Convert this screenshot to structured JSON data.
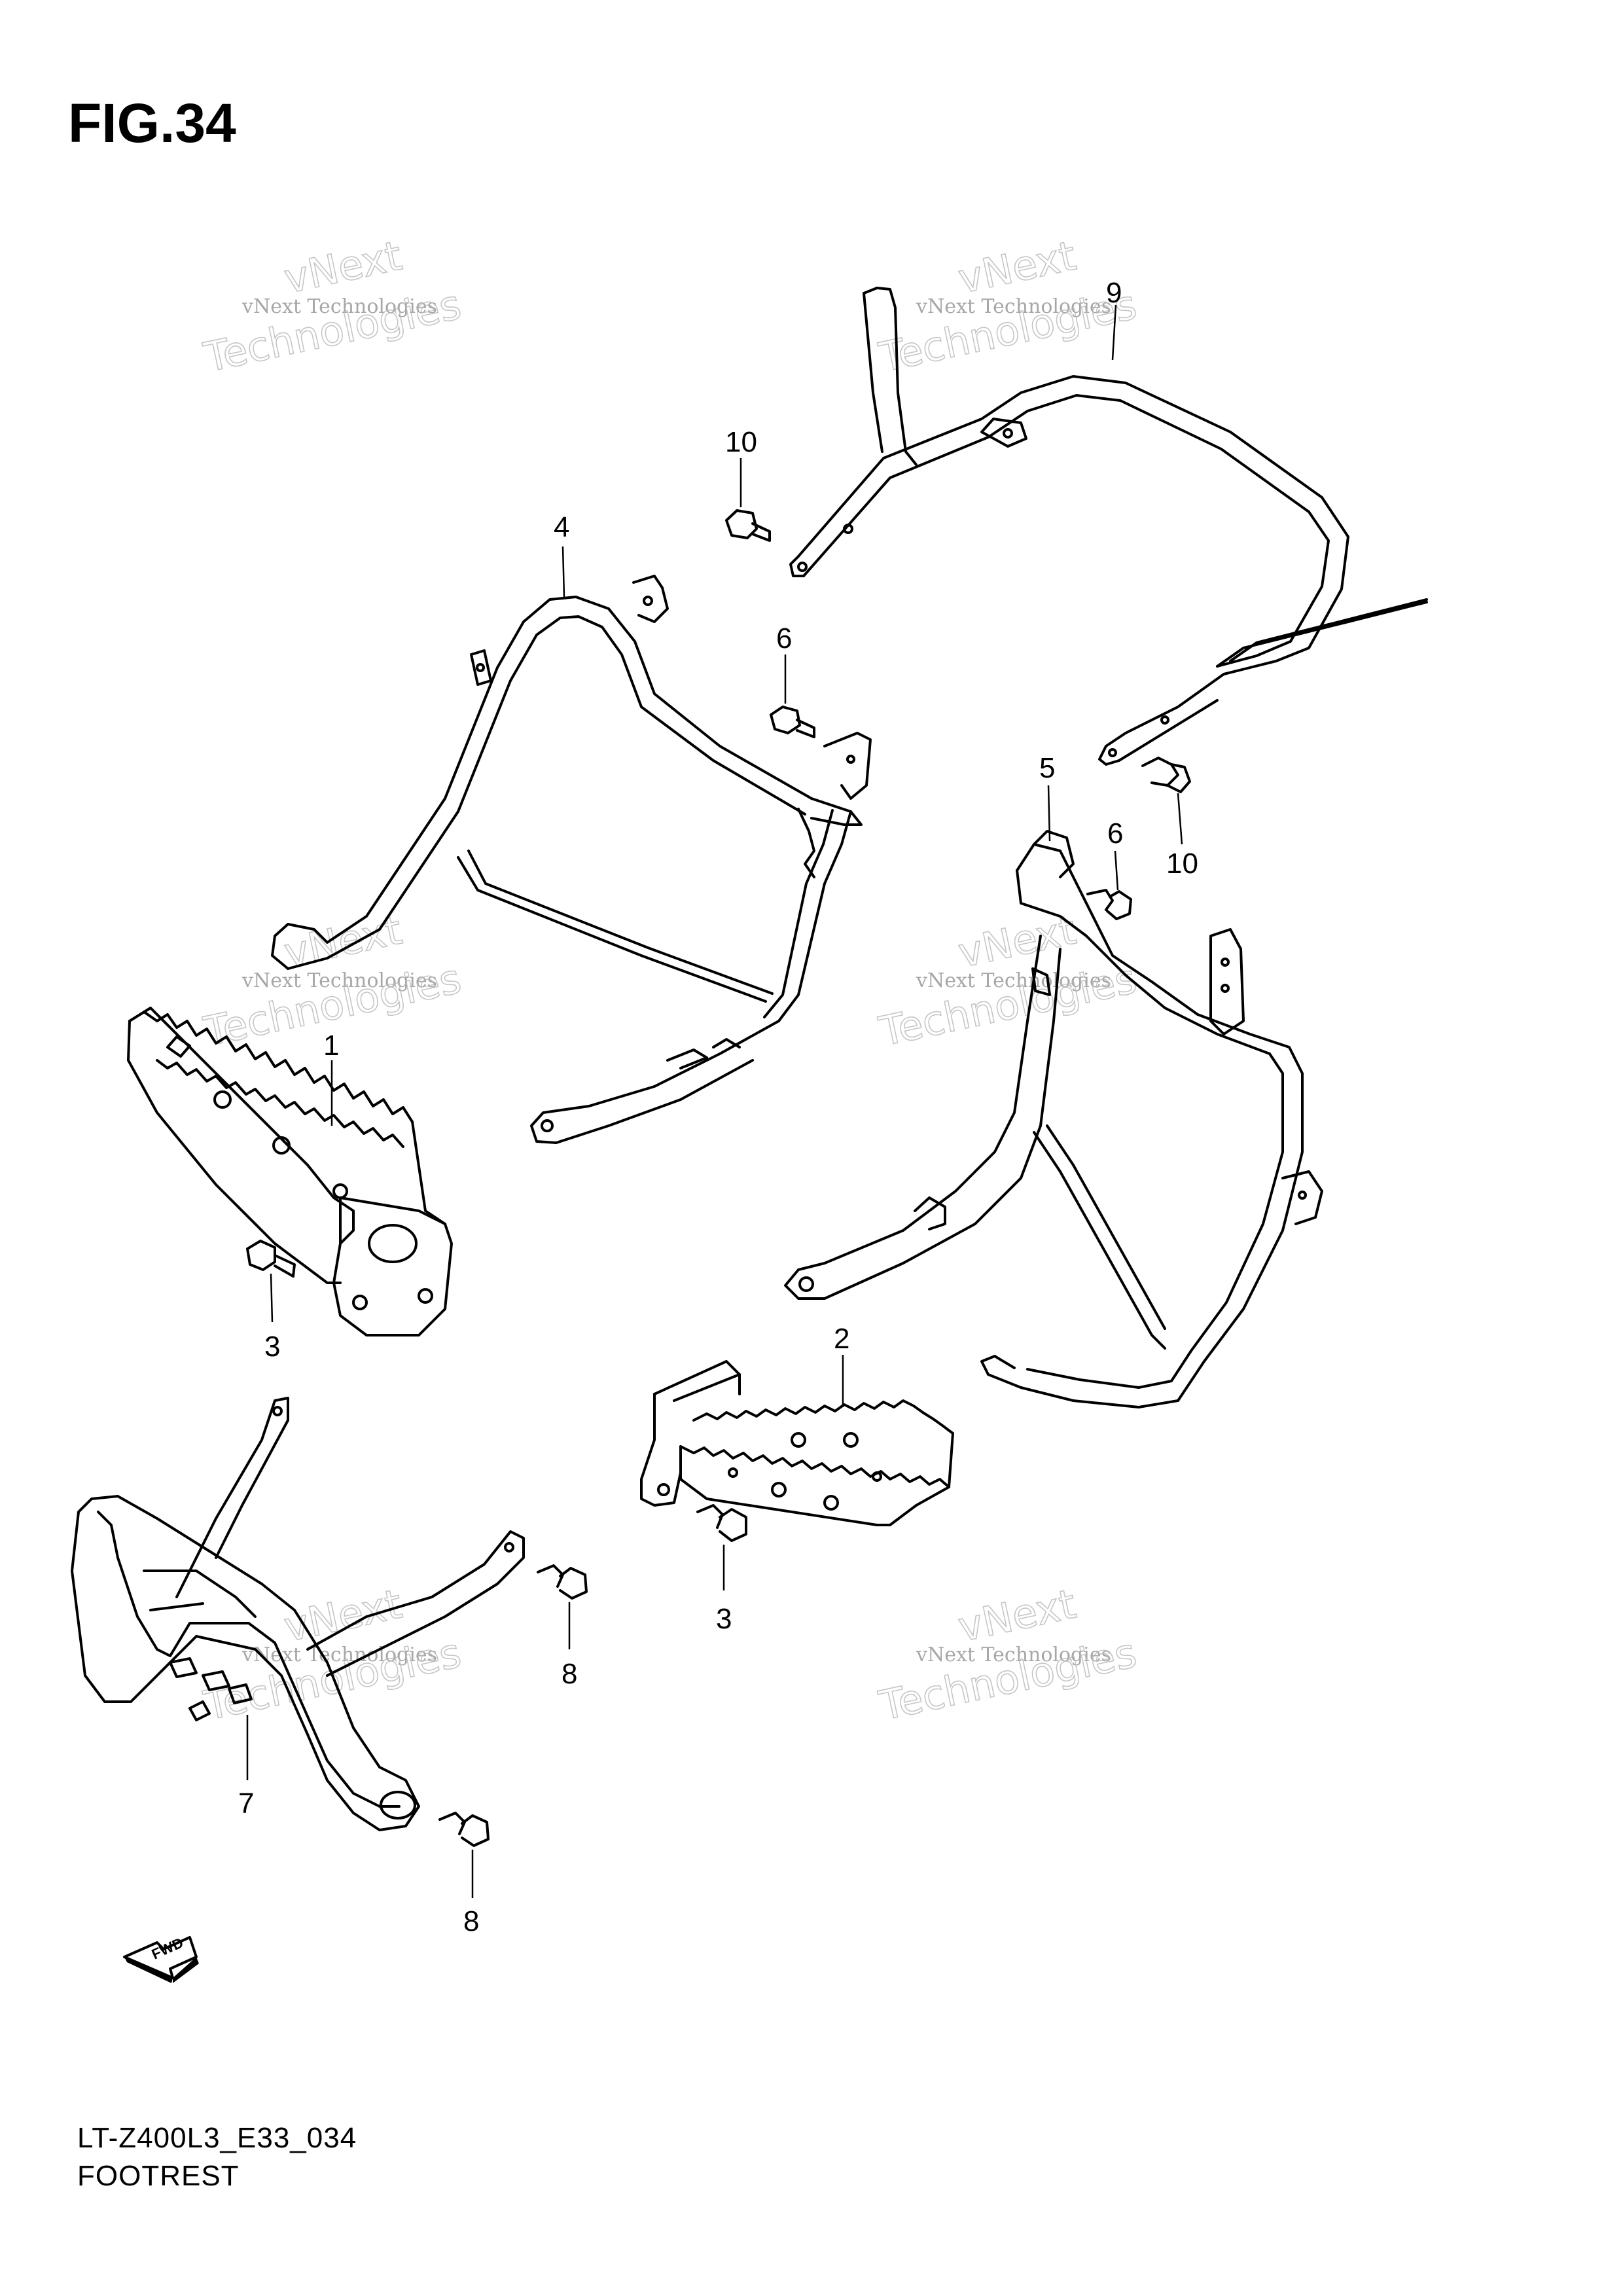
{
  "figure": {
    "title": "FIG.34",
    "model_code": "LT-Z400L3_E33_034",
    "name": "FOOTREST"
  },
  "watermark": {
    "line1": "vNext Technologies",
    "line2": "vNext",
    "line3": "Technologies"
  },
  "callouts": {
    "c1": "1",
    "c2": "2",
    "c3a": "3",
    "c3b": "3",
    "c4": "4",
    "c5": "5",
    "c6a": "6",
    "c6b": "6",
    "c7": "7",
    "c8a": "8",
    "c8b": "8",
    "c9": "9",
    "c10a": "10",
    "c10b": "10"
  },
  "fwd_label": "FWD",
  "icons": {
    "forward": "fwd-arrow-icon"
  },
  "colors": {
    "line": "#000000",
    "background": "#ffffff",
    "watermark": "#b9b9b9"
  }
}
